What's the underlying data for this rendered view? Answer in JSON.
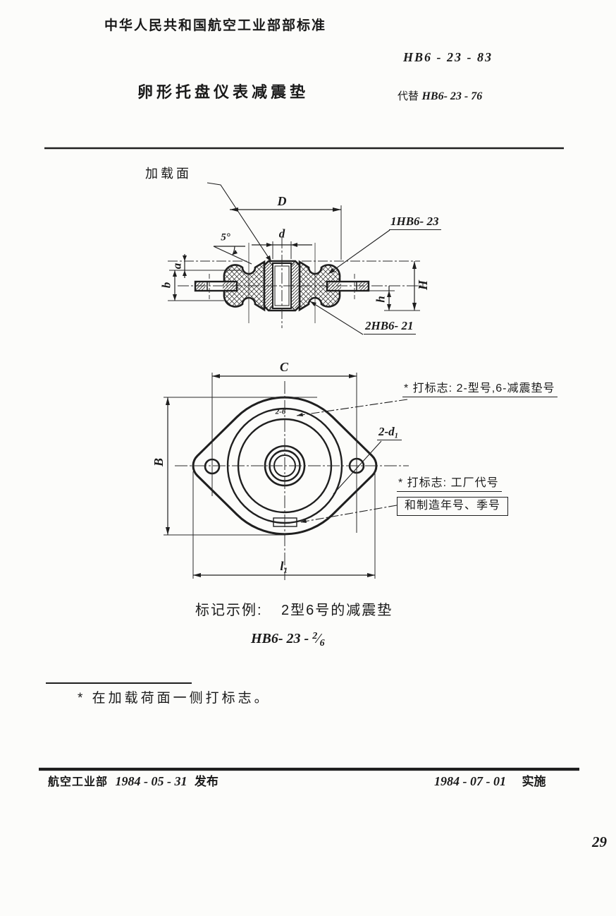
{
  "header": {
    "org": "中华人民共和国航空工业部部标准",
    "number": "HB6 - 23 - 83",
    "title": "卵形托盘仪表减震垫",
    "replaces_label": "代替",
    "replaces_number": "HB6- 23 - 76"
  },
  "section_view": {
    "loading_surface": "加载面",
    "dim_D": "D",
    "dim_d": "d",
    "angle": "5°",
    "dim_a": "a",
    "dim_b": "b",
    "dim_H": "H",
    "dim_h": "h",
    "callout_upper": "1HB6- 23",
    "callout_lower": "2HB6- 21"
  },
  "top_view": {
    "dim_C": "C",
    "dim_B": "B",
    "dim_L": "l₁",
    "hole_callout": "2-d₁",
    "mark": "2-6",
    "note_type": "* 打标志: 2-型号,6-减震垫号",
    "note_factory_line1": "* 打标志: 工厂代号",
    "note_factory_line2": "和制造年号、季号"
  },
  "example": {
    "label": "标记示例:",
    "text": "2型6号的减震垫",
    "code_prefix": "HB6- 23 - ",
    "frac_num": "2",
    "frac_slash": "⁄",
    "frac_den": "6"
  },
  "footnote": "* 在加载荷面一侧打标志。",
  "footer": {
    "org": "航空工业部",
    "issue_date": "1984 - 05 - 31",
    "issue_label": "发布",
    "impl_date": "1984 - 07 - 01",
    "impl_label": "实施"
  },
  "page_number": "29"
}
